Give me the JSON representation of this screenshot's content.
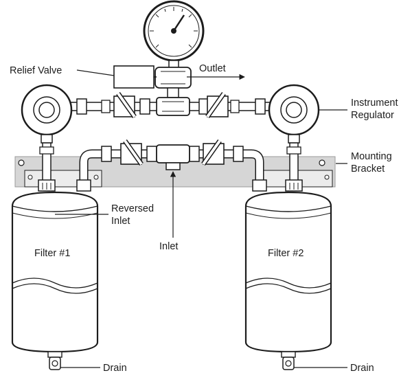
{
  "labels": {
    "relief_valve": "Relief Valve",
    "outlet": "Outlet",
    "instrument_regulator_line1": "Instrument",
    "instrument_regulator_line2": "Regulator",
    "mounting_bracket_line1": "Mounting",
    "mounting_bracket_line2": "Bracket",
    "reversed_inlet_line1": "Reversed",
    "reversed_inlet_line2": "Inlet",
    "inlet": "Inlet",
    "filter_1": "Filter #1",
    "filter_2": "Filter #2",
    "drain_left": "Drain",
    "drain_right": "Drain"
  },
  "colors": {
    "ink": "#1c1c1c",
    "bracket": "#d6d6d6",
    "background": "#ffffff"
  }
}
